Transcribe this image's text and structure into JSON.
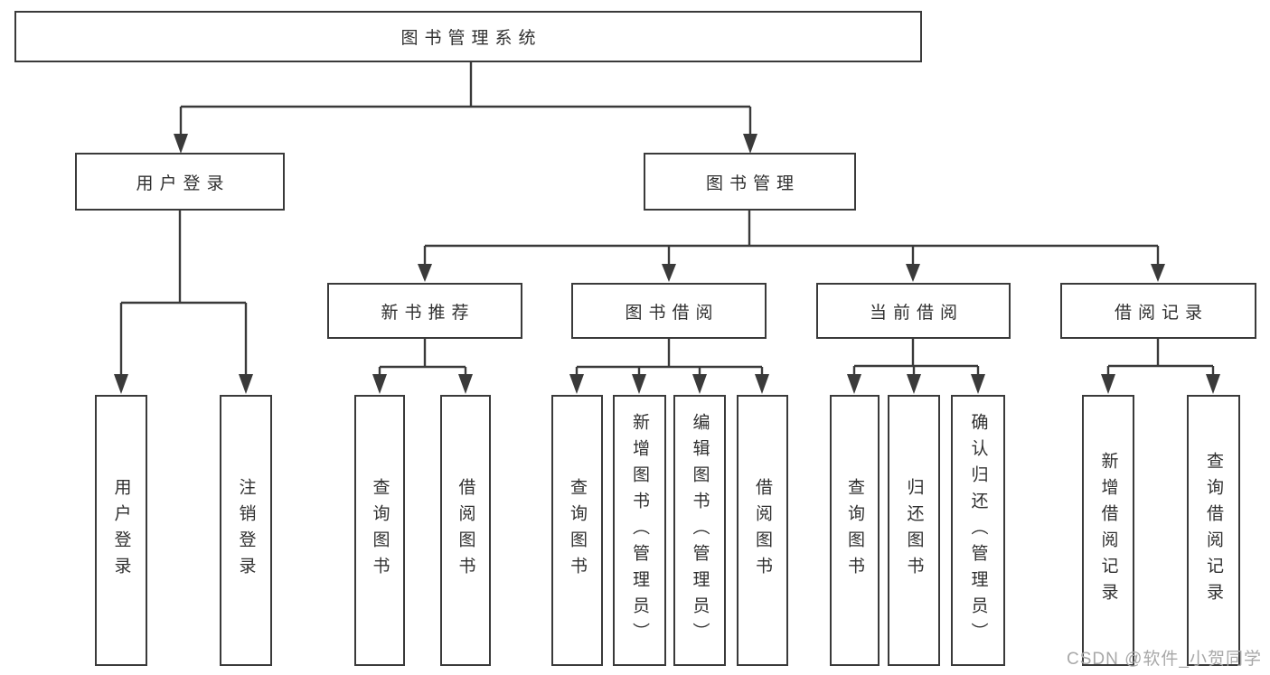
{
  "diagram": {
    "root": {
      "label": "图书管理系统"
    },
    "branches": {
      "user_login": {
        "label": "用户登录",
        "children": [
          "用户登录",
          "注销登录"
        ]
      },
      "book_management": {
        "label": "图书管理",
        "sections": [
          {
            "label": "新书推荐",
            "children": [
              "查询图书",
              "借阅图书"
            ]
          },
          {
            "label": "图书借阅",
            "children": [
              "查询图书",
              "新增图书（管理员）",
              "编辑图书（管理员）",
              "借阅图书"
            ]
          },
          {
            "label": "当前借阅",
            "children": [
              "查询图书",
              "归还图书",
              "确认归还（管理员）"
            ]
          },
          {
            "label": "借阅记录",
            "children": [
              "新增借阅记录",
              "查询借阅记录"
            ]
          }
        ]
      }
    },
    "colors": {
      "line": "#3a3a3a",
      "text": "#303030",
      "box_fill": "#ffffff",
      "watermark": "#a8a8a8",
      "background": "#ffffff"
    }
  },
  "watermark": "CSDN @软件_小贺同学"
}
